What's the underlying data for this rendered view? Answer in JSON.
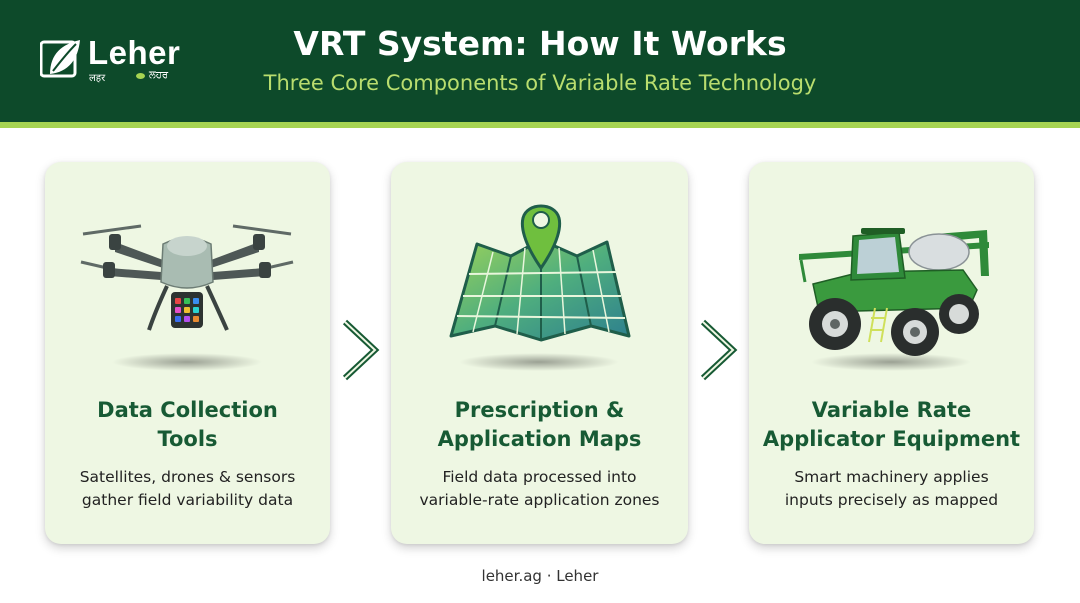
{
  "header": {
    "title": "VRT System: How It Works",
    "subtitle": "Three Core Components of Variable Rate Technology",
    "background": "#0d4a2a",
    "accent": "#a6d452"
  },
  "logo": {
    "word": "Leher",
    "script_hindi": "लहर",
    "script_punjabi": "ਲਹਰ",
    "icon": "leaf-logo-icon"
  },
  "cards": [
    {
      "title_line1": "Data Collection",
      "title_line2": "Tools",
      "desc_line1": "Satellites, drones & sensors",
      "desc_line2": "gather field variability data",
      "icon": "drone-icon"
    },
    {
      "title_line1": "Prescription &",
      "title_line2": "Application Maps",
      "desc_line1": "Field data processed into",
      "desc_line2": "variable-rate application zones",
      "icon": "map-pin-icon"
    },
    {
      "title_line1": "Variable Rate",
      "title_line2": "Applicator Equipment",
      "desc_line1": "Smart machinery applies",
      "desc_line2": "inputs precisely as mapped",
      "icon": "sprayer-tractor-icon"
    }
  ],
  "arrows": [
    "chevron-right-icon",
    "chevron-right-icon"
  ],
  "footer": {
    "text": "leher.ag · Leher"
  }
}
